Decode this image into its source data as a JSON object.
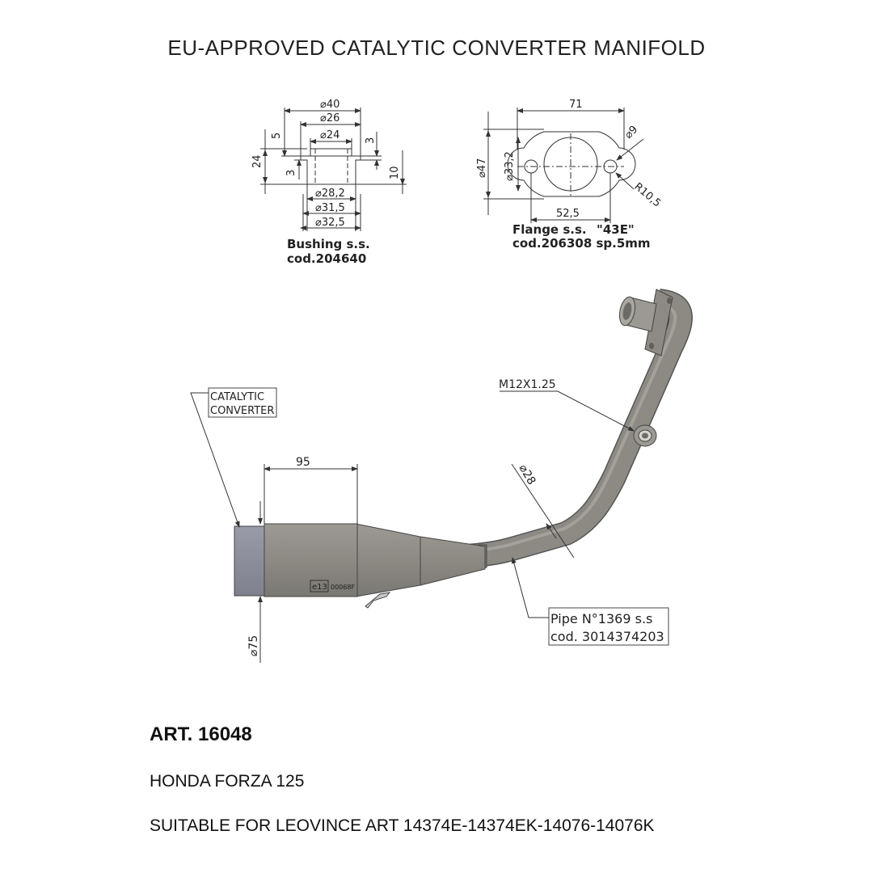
{
  "title": "EU-APPROVED CATALYTIC CONVERTER MANIFOLD",
  "bushing": {
    "dims": {
      "d40": "40",
      "d26": "26",
      "d24": "24",
      "h5": "5",
      "h24": "24",
      "h3a": "3",
      "h3b": "3",
      "h10": "10",
      "d28_2": "28,2",
      "d31_5": "31,5",
      "d32_5": "32,5"
    },
    "label_line1": "Bushing s.s.",
    "label_line2": "cod.204640"
  },
  "flange": {
    "dims": {
      "w71": "71",
      "d9": "9",
      "d47": "47",
      "d33_2": "33,2",
      "r10_5": "R10,5",
      "w52_5": "52,5"
    },
    "label_line1": "Flange s.s.",
    "label_code": "\"43E\"",
    "label_line2": "cod.206308 sp.5mm"
  },
  "manifold": {
    "catalytic_line1": "CATALYTIC",
    "catalytic_line2": "CONVERTER",
    "thread": "M12X1.25",
    "dim95": "95",
    "dim28": "28",
    "dim75": "75",
    "approval_mark": "e13",
    "approval_code": "00068F",
    "pipe_line1": "Pipe N°1369 s.s",
    "pipe_line2": "cod. 3014374203"
  },
  "art": "ART. 16048",
  "model": "HONDA FORZA 125",
  "suitable": "SUITABLE FOR LEOVINCE ART 14374E-14374EK-14076-14076K",
  "colors": {
    "pipe": "#8c8a83",
    "pipe_dark": "#6f6d67",
    "catalyst_band": "#8e8f9c",
    "line": "#333333"
  }
}
